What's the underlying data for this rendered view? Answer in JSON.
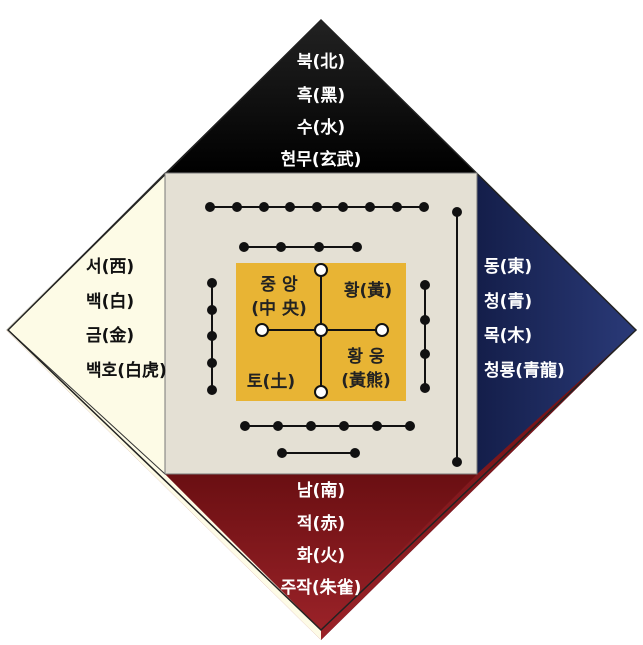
{
  "north": {
    "lines": [
      "북(北)",
      "흑(黑)",
      "수(水)",
      "현무(玄武)"
    ],
    "color": "#111111",
    "text_color": "#ffffff"
  },
  "east": {
    "lines": [
      "동(東)",
      "청(青)",
      "목(木)",
      "청룡(青龍)"
    ],
    "color": "#1c2a5c",
    "text_color": "#ffffff"
  },
  "south": {
    "lines": [
      "남(南)",
      "적(赤)",
      "화(火)",
      "주작(朱雀)"
    ],
    "color": "#7a1414",
    "text_color": "#ffffff"
  },
  "west": {
    "lines": [
      "서(西)",
      "백(白)",
      "금(金)",
      "백호(白虎)"
    ],
    "color": "#fdfbe6",
    "text_color": "#111111"
  },
  "center": {
    "box_color": "#e8b434",
    "square_color": "#e4e0d4",
    "top_left": [
      "중 앙",
      "(中 央)"
    ],
    "top_right": "황(黃)",
    "bottom_left": "토(土)",
    "bottom_right": [
      "황 웅",
      "(黃熊)"
    ]
  }
}
